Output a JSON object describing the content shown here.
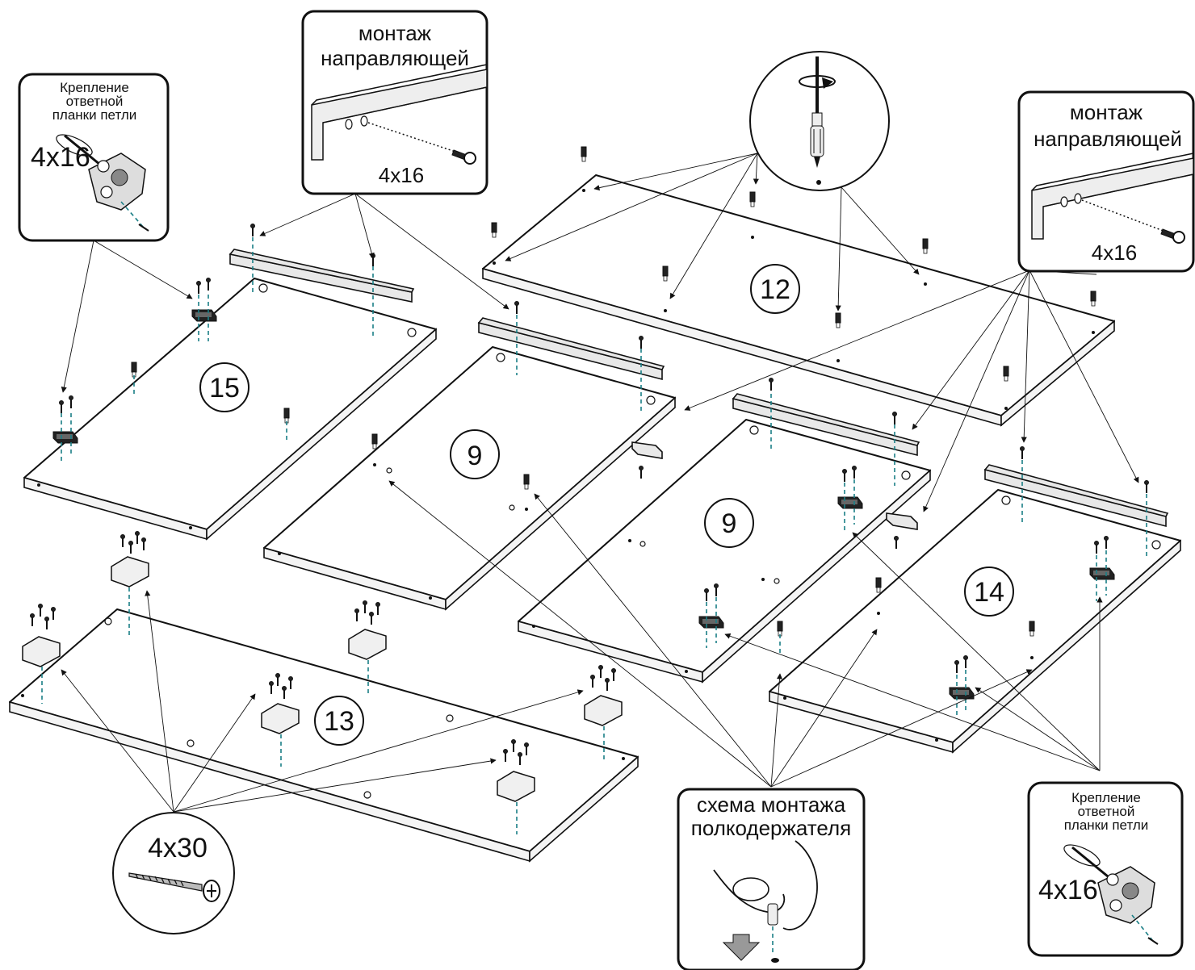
{
  "panels": [
    {
      "id": "p15",
      "label": "15"
    },
    {
      "id": "p9a",
      "label": "9"
    },
    {
      "id": "p12",
      "label": "12"
    },
    {
      "id": "p9b",
      "label": "9"
    },
    {
      "id": "p14",
      "label": "14"
    },
    {
      "id": "p13",
      "label": "13"
    }
  ],
  "callouts": {
    "hinge_left": {
      "title_1": "Крепление",
      "title_2": "ответной",
      "title_3": "планки петли",
      "size": "4x16"
    },
    "rail_top": {
      "title_1": "монтаж",
      "title_2": "направляющей",
      "size": "4x16"
    },
    "rail_right": {
      "title_1": "монтаж",
      "title_2": "направляющей",
      "size": "4x16"
    },
    "shelf_pin": {
      "title_1": "схема монтажа",
      "title_2": "полкодержателя"
    },
    "hinge_right": {
      "title_1": "Крепление",
      "title_2": "ответной",
      "title_3": "планки петли",
      "size": "4x16"
    },
    "screw_circle": {
      "size": "4x30"
    }
  }
}
